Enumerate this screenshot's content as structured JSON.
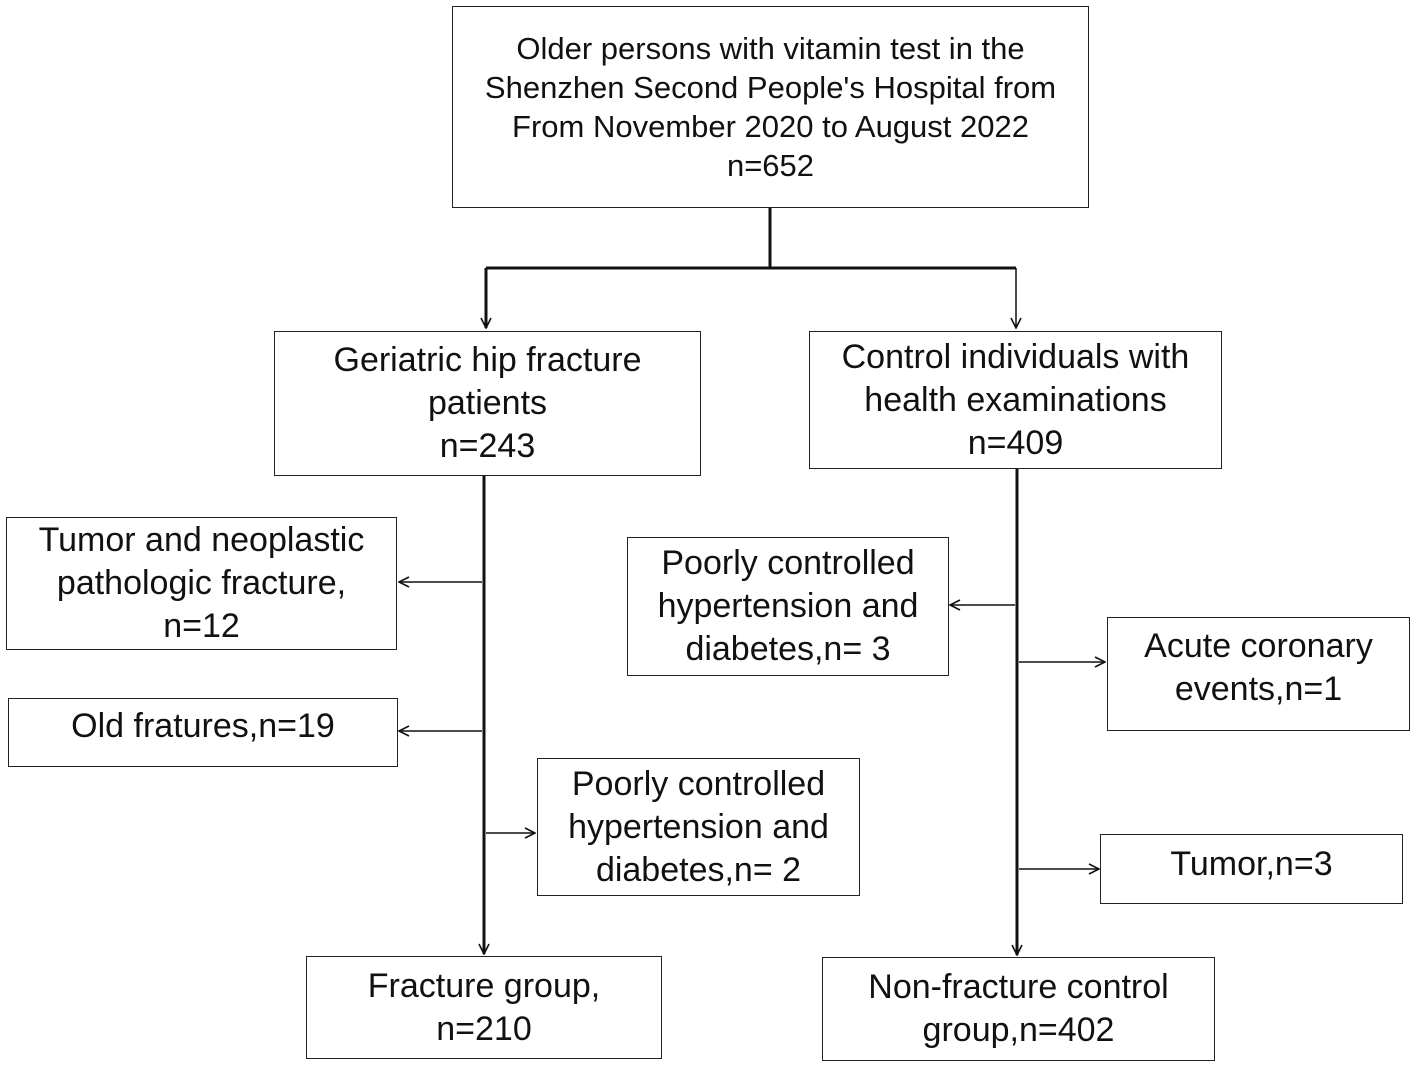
{
  "boxes": {
    "source": "Older persons with vitamin test in the\nShenzhen Second People's Hospital from\nFrom November 2020 to August 2022\nn=652",
    "hip_fracture": "Geriatric hip fracture\npatients\nn=243",
    "control": "Control individuals with\nhealth examinations\nn=409",
    "tumor_neoplastic": "Tumor and neoplastic\npathologic fracture,\nn=12",
    "old_fractures": "Old fratures,n=19",
    "fracture_poorly_controlled": "Poorly controlled\nhypertension and\ndiabetes,n= 2",
    "fracture_group": "Fracture group,\nn=210",
    "control_poorly_controlled": "Poorly controlled\nhypertension and\ndiabetes,n= 3",
    "acute_coronary": "Acute coronary\nevents,n=1",
    "tumor": "Tumor,n=3",
    "nonfracture_group": "Non-fracture control\ngroup,n=402"
  }
}
